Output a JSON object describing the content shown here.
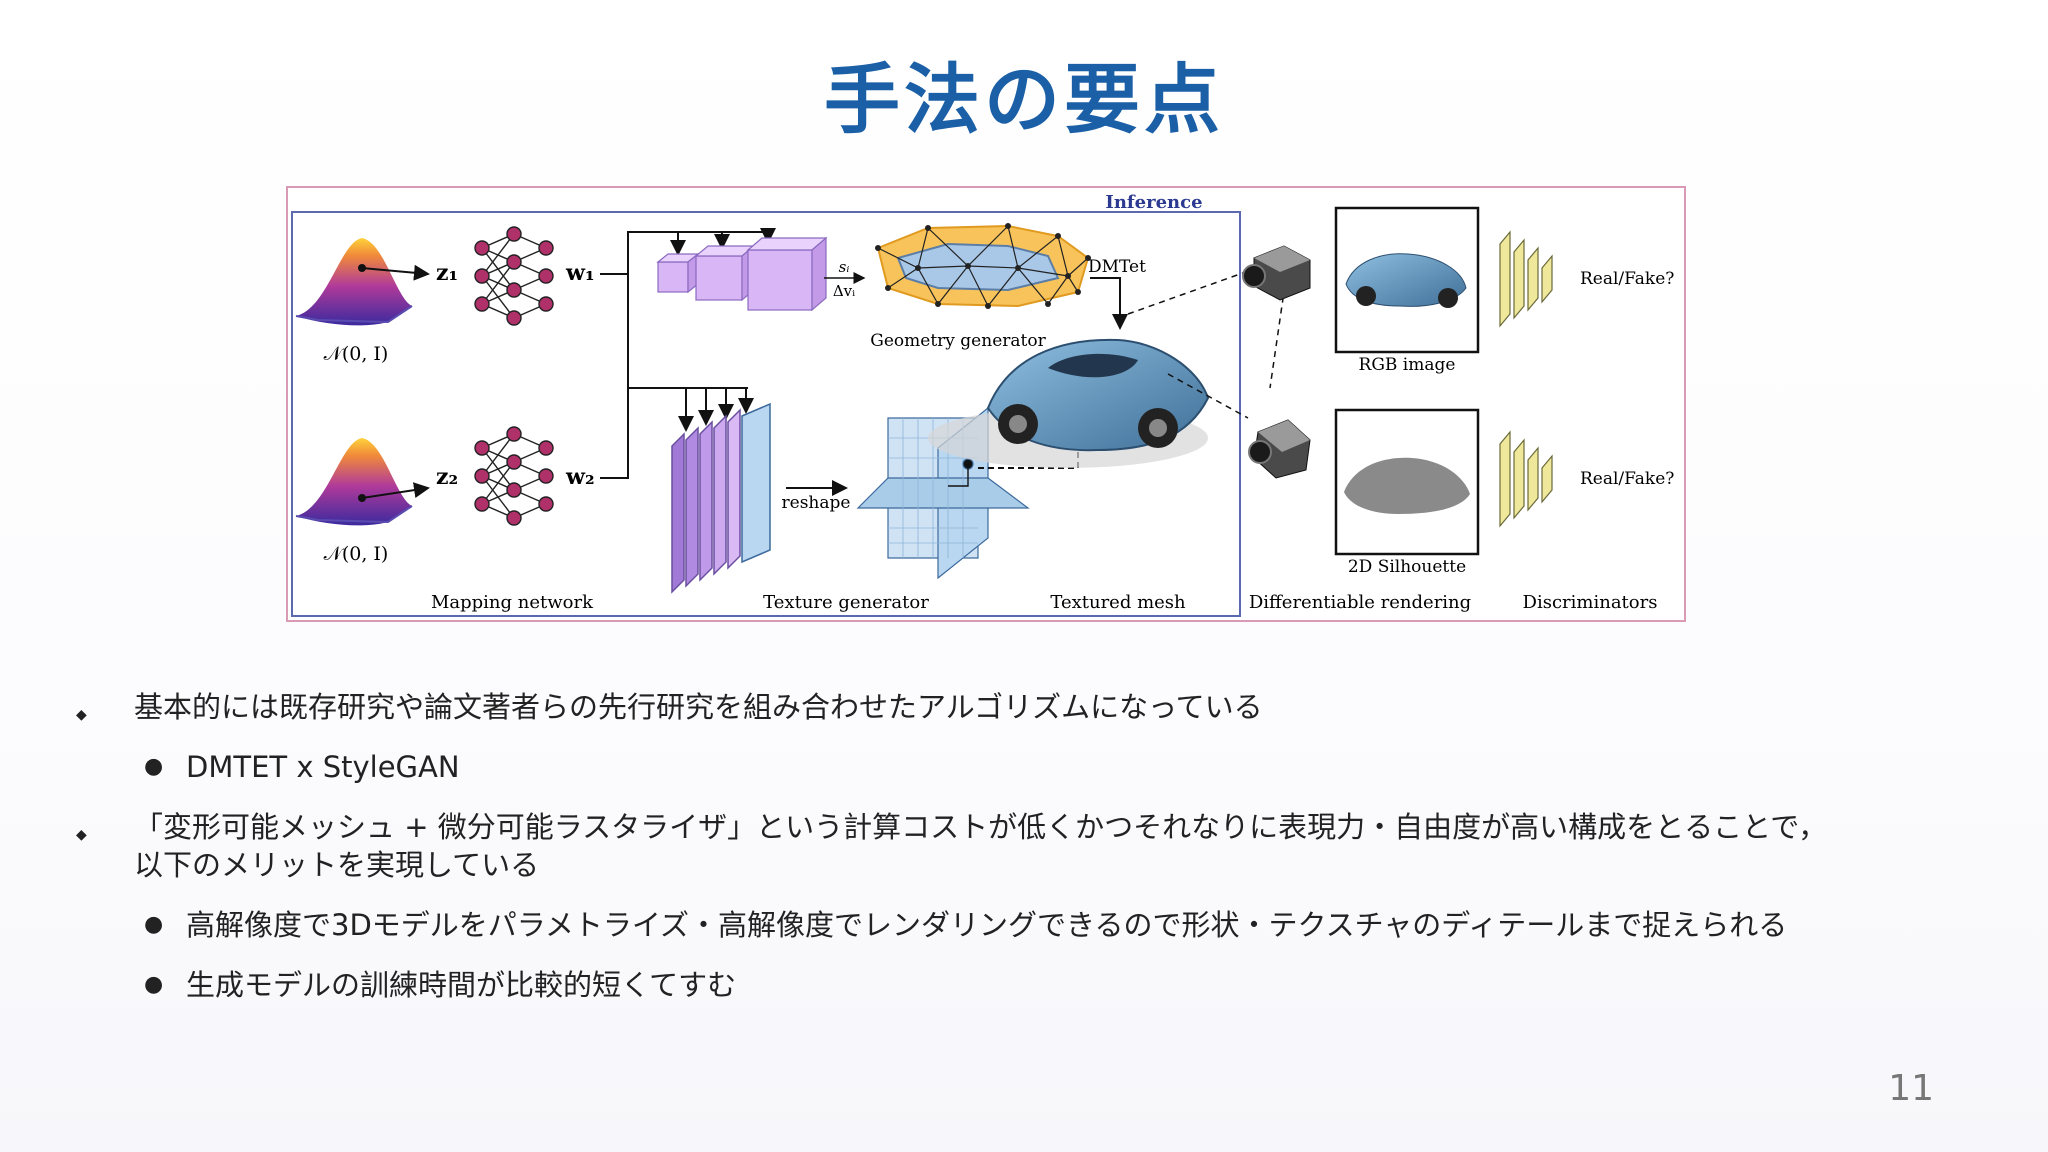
{
  "slide": {
    "title": "手法の要点",
    "page_number": "11"
  },
  "figure": {
    "inference_label": "Inference",
    "normal_label_1": "𝒩(0, I)",
    "normal_label_2": "𝒩(0, I)",
    "z1": "z₁",
    "z2": "z₂",
    "w1": "w₁",
    "w2": "w₂",
    "s_label": "sᵢ",
    "dv_label": "Δvᵢ",
    "dmtet_label": "DMTet",
    "geometry_generator": "Geometry generator",
    "reshape_label": "reshape",
    "mapping_network": "Mapping network",
    "texture_generator": "Texture generator",
    "textured_mesh": "Textured mesh",
    "rgb_image": "RGB image",
    "silhouette": "2D Silhouette",
    "differentiable_rendering": "Differentiable rendering",
    "discriminators": "Discriminators",
    "real_fake_1": "Real/Fake?",
    "real_fake_2": "Real/Fake?"
  },
  "bullets": [
    {
      "text": "基本的には既存研究や論文著者らの先行研究を組み合わせたアルゴリズムになっている",
      "sub": [
        {
          "text": "DMTET x StyleGAN"
        }
      ]
    },
    {
      "text": "「変形可能メッシュ + 微分可能ラスタライザ」という計算コストが低くかつそれなりに表現力・自由度が高い構成をとることで，以下のメリットを実現している",
      "sub": [
        {
          "text": "高解像度で3Dモデルをパラメトライズ・高解像度でレンダリングできるので形状・テクスチャのディテールまで捉えられる"
        },
        {
          "text": "生成モデルの訓練時間が比較的短くてすむ"
        }
      ]
    }
  ],
  "colors": {
    "title": "#1b5fa6",
    "accent_purple": "#c9a8f0",
    "neuron": "#b0306a",
    "car": "#5b8fb8",
    "discriminator": "#efe79a"
  }
}
